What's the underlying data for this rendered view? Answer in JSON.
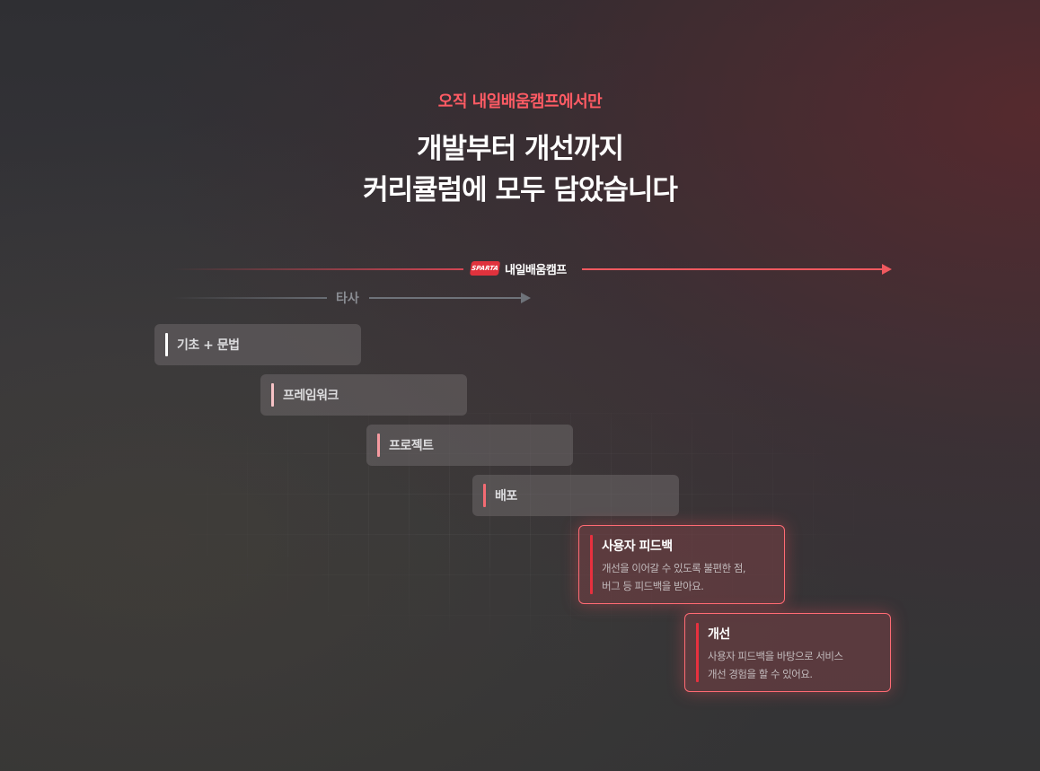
{
  "hero": {
    "eyebrow": "오직 내일배움캠프에서만",
    "title_line1": "개발부터 개선까지",
    "title_line2": "커리큘럼에 모두 담았습니다"
  },
  "timeline": {
    "sparta": {
      "logo_text": "SPARTA",
      "label": "내일배움캠프",
      "color": "#f0595f"
    },
    "other": {
      "label": "타사",
      "color": "#6e737a"
    }
  },
  "steps": [
    {
      "label": "기초 + 문법",
      "bar_color": "#ffffff"
    },
    {
      "label": "프레임워크",
      "bar_color": "#f7c3c6"
    },
    {
      "label": "프로젝트",
      "bar_color": "#f59aa0"
    },
    {
      "label": "배포",
      "bar_color": "#f36b73"
    },
    {
      "label": "사용자 피드백",
      "bar_color": "#e8303e",
      "desc": "개선을 이어갈 수 있도록 불편한 점,\n버그 등 피드백을 받아요."
    },
    {
      "label": "개선",
      "bar_color": "#e8303e",
      "desc": "사용자 피드백을 바탕으로 서비스\n개선 경험을 할 수 있어요."
    }
  ]
}
